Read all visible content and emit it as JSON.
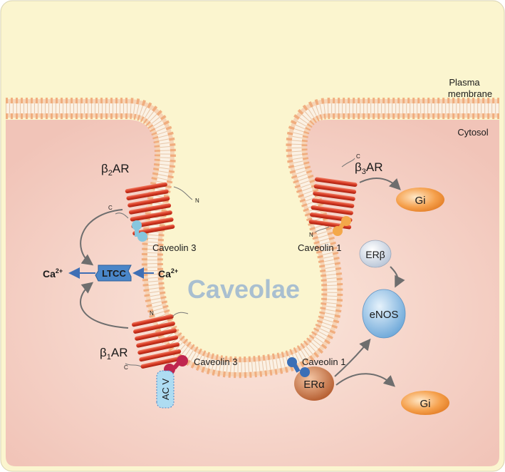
{
  "labels": {
    "plasma_membrane_line1": "Plasma",
    "plasma_membrane_line2": "membrane",
    "cytosol": "Cytosol",
    "caveolae": "Caveolae",
    "b2ar_prefix": "β",
    "b2ar_sub": "2",
    "b2ar_suffix": "AR",
    "b3ar_prefix": "β",
    "b3ar_sub": "3",
    "b3ar_suffix": "AR",
    "b1ar_prefix": "β",
    "b1ar_sub": "1",
    "b1ar_suffix": "AR",
    "caveolin3_top": "Caveolin 3",
    "caveolin3_bottom": "Caveolin 3",
    "caveolin1_top": "Caveolin 1",
    "caveolin1_bottom": "Caveolin 1",
    "ltcc": "LTCC",
    "ca_left": "Ca",
    "ca_right": "Ca",
    "ca_charge": "2+",
    "erb": "ERβ",
    "enos": "eNOS",
    "era": "ERα",
    "gi_top": "Gi",
    "gi_bottom": "Gi",
    "acv": "AC V",
    "term_c": "C",
    "term_n": "N"
  },
  "colors": {
    "outer_bg": "#fbf5cf",
    "inner_bg": "#f7dcd4",
    "membrane_head": "#f3b98f",
    "receptor": "#d9432e",
    "caveolin3_top": "#86c6de",
    "caveolin3_bottom": "#c0254f",
    "caveolin1_top": "#f4a84a",
    "caveolin1_bottom": "#3b6fb6",
    "ltcc": "#4a86c8",
    "gi": "#f08a2c",
    "enos": "#7fb6e3",
    "era": "#c56a3c",
    "erb": "#c9d3e0",
    "caveolae_text": "#a9bfd0",
    "arrow_blue": "#3f6fb5",
    "arrow_gray": "#777777"
  }
}
